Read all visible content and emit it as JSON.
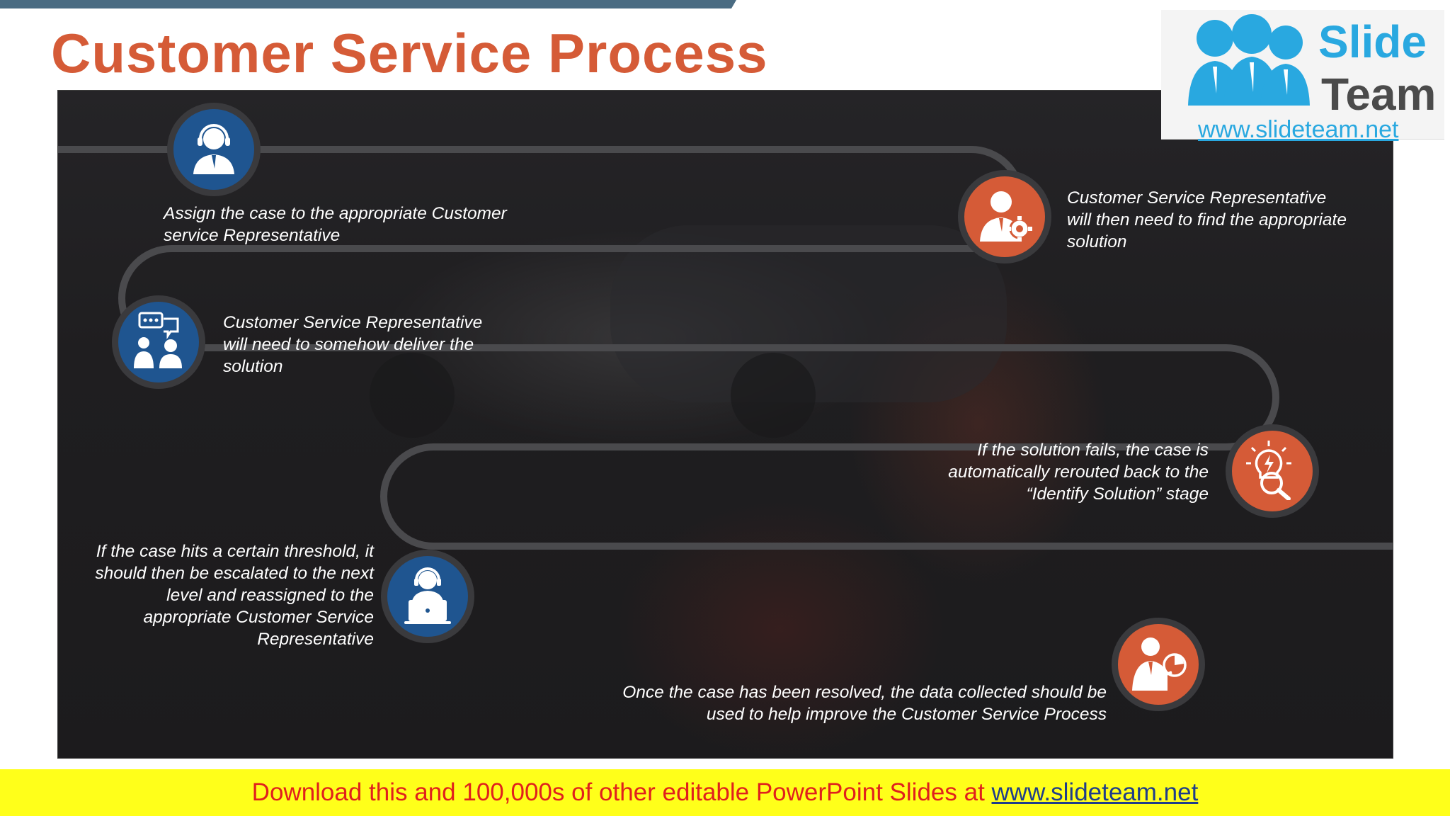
{
  "slide": {
    "title": "Customer Service Process"
  },
  "steps": [
    {
      "text_lines": [
        "Assign the case to the appropriate Customer",
        "service Representative"
      ],
      "icon": "headset-agent-icon",
      "color": "#1f5590"
    },
    {
      "text_lines": [
        "Customer Service Representative",
        "will then need to find the appropriate",
        "solution"
      ],
      "icon": "businessman-gear-icon",
      "color": "#d55b37"
    },
    {
      "text_lines": [
        "Customer Service Representative",
        "will need to somehow deliver the",
        "solution"
      ],
      "icon": "chat-people-icon",
      "color": "#1f5590"
    },
    {
      "text_lines": [
        "If the solution fails, the case is",
        "automatically rerouted back to the",
        "“Identify Solution” stage"
      ],
      "icon": "lightbulb-search-icon",
      "color": "#d55b37"
    },
    {
      "text_lines": [
        "If the case hits a certain threshold, it",
        "should then be escalated to the next",
        "level and reassigned to the",
        "appropriate Customer Service",
        "Representative"
      ],
      "icon": "support-laptop-icon",
      "color": "#1f5590"
    },
    {
      "text_lines": [
        "Once the case has been resolved, the data collected should be",
        "used to help improve the Customer Service Process"
      ],
      "icon": "presenter-chart-icon",
      "color": "#d55b37"
    }
  ],
  "logo": {
    "line1": "Slide",
    "line2": "Team",
    "url": "www.slideteam.net"
  },
  "footer": {
    "text": "Download this and 100,000s of other editable PowerPoint Slides at ",
    "link": "www.slideteam.net"
  },
  "colors": {
    "title": "#d55b37",
    "blue": "#1f5590",
    "orange": "#d55b37",
    "footer_bg": "#ffff1a",
    "footer_text": "#e0201d"
  }
}
